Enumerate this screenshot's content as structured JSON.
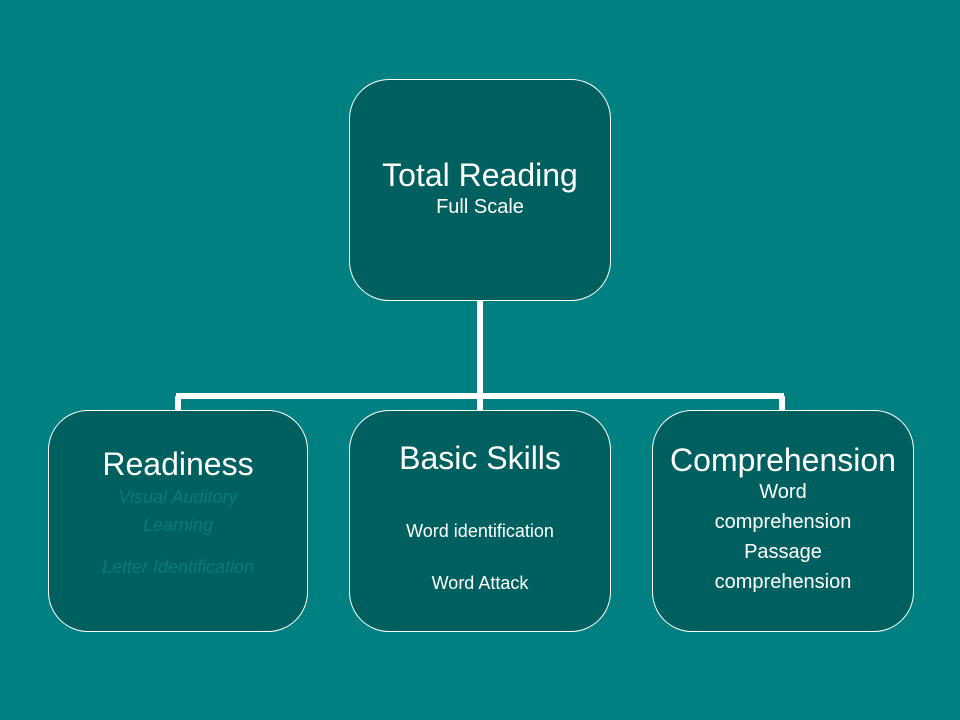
{
  "root": {
    "title": "Total Reading",
    "subtitle": "Full Scale"
  },
  "children": [
    {
      "title": "Readiness",
      "lines": [
        "Visual Auditory",
        "Learning",
        "Letter Identification"
      ]
    },
    {
      "title": "Basic Skills",
      "lines": [
        "Word identification",
        "Word Attack"
      ]
    },
    {
      "title": "Comprehension",
      "lines": [
        "Word",
        "comprehension",
        "Passage",
        "comprehension"
      ]
    }
  ],
  "colors": {
    "background": "#008080",
    "node_fill": "#006060",
    "connector": "#ffffff",
    "text": "#ffffff"
  }
}
